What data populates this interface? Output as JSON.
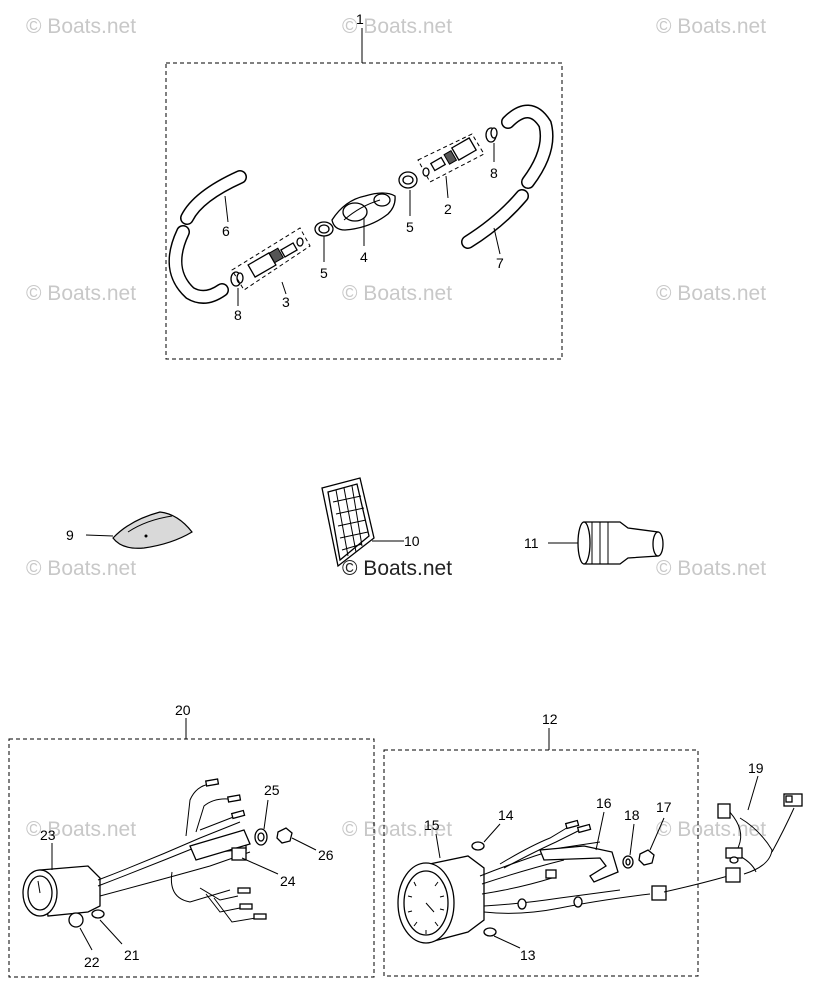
{
  "watermark": {
    "text": "© Boats.net"
  },
  "callouts": {
    "c1": "1",
    "c2": "2",
    "c3": "3",
    "c4": "4",
    "c5a": "5",
    "c5b": "5",
    "c6": "6",
    "c7": "7",
    "c8a": "8",
    "c8b": "8",
    "c9": "9",
    "c10": "10",
    "c11": "11",
    "c12": "12",
    "c13": "13",
    "c14": "14",
    "c15": "15",
    "c16": "16",
    "c17": "17",
    "c18": "18",
    "c19": "19",
    "c20": "20",
    "c21": "21",
    "c22": "22",
    "c23": "23",
    "c24": "24",
    "c25": "25",
    "c26": "26"
  }
}
